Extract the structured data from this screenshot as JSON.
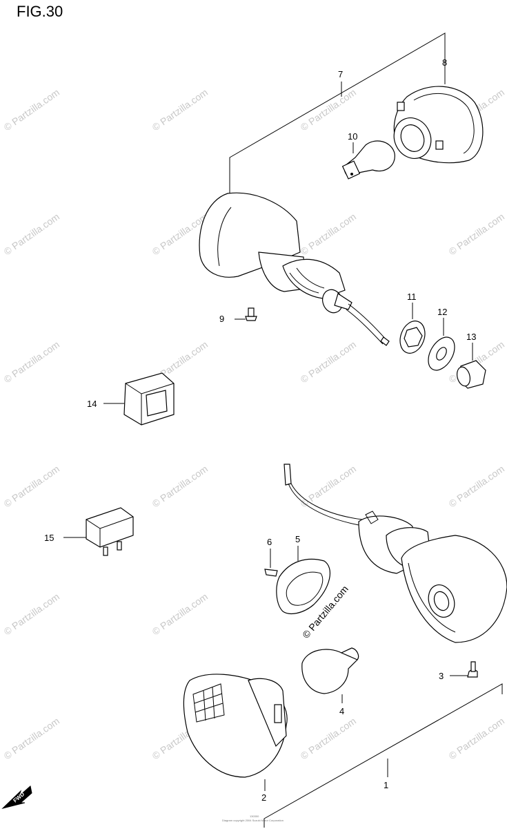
{
  "figure": {
    "title": "FIG.30"
  },
  "callouts": [
    "1",
    "2",
    "3",
    "4",
    "5",
    "6",
    "7",
    "8",
    "9",
    "10",
    "11",
    "12",
    "13",
    "14",
    "15"
  ],
  "watermark": {
    "text": "© Partzilla.com",
    "color": "#c8c8c8"
  },
  "forward_arrow": {
    "label": "FWD"
  },
  "footer": {
    "line1": "130300",
    "line2": "Diagram copyright 2004 Suzuki Motor Corporation"
  }
}
